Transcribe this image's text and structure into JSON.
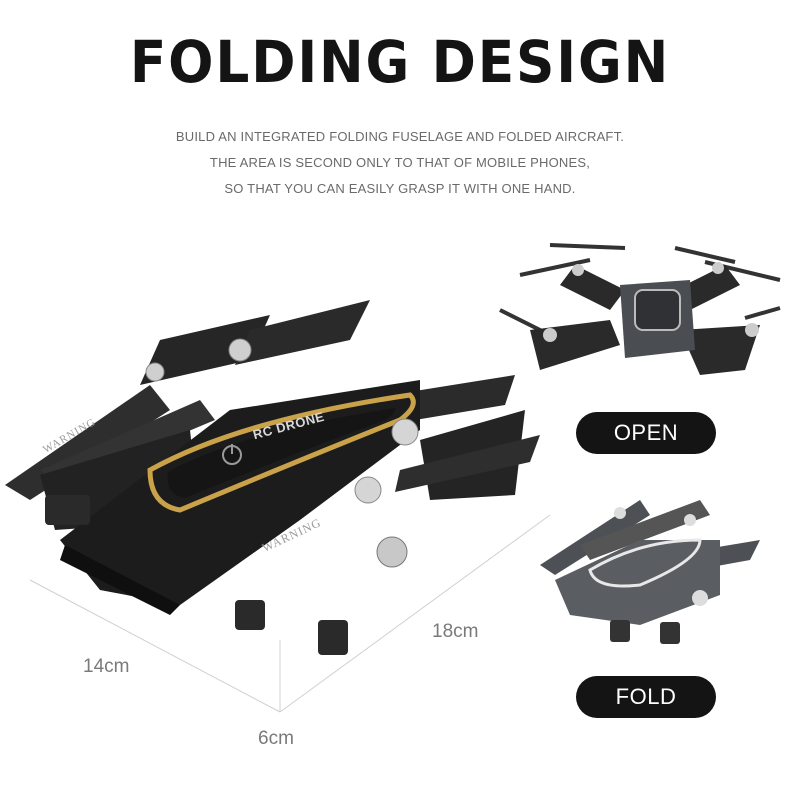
{
  "header": {
    "title": "FOLDING DESIGN",
    "lines": [
      "BUILD AN INTEGRATED FOLDING FUSELAGE AND FOLDED AIRCRAFT.",
      "THE AREA IS SECOND ONLY TO THAT OF MOBILE PHONES,",
      "SO THAT YOU CAN EASILY GRASP IT WITH ONE HAND."
    ]
  },
  "product": {
    "body_text": "RC DRONE",
    "arm_text": "WARNING",
    "colors": {
      "body": "#1c1c1c",
      "accent": "#c9a24a",
      "open_body": "#4a4d52",
      "fold_body": "#5a5d62"
    }
  },
  "dimensions": {
    "length": "18cm",
    "width": "14cm",
    "height": "6cm"
  },
  "states": {
    "open": "OPEN",
    "fold": "FOLD"
  }
}
